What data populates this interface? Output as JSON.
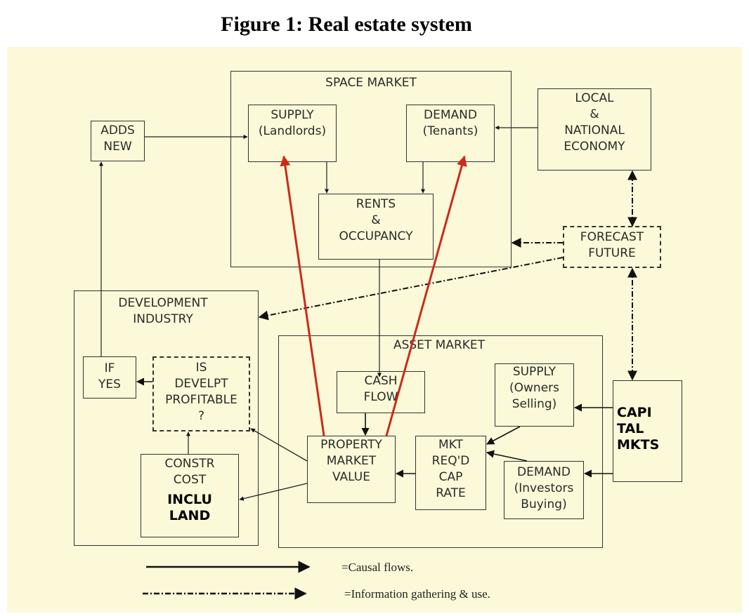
{
  "figure": {
    "title": "Figure 1: Real estate system"
  },
  "colors": {
    "background": "#fbf9d8",
    "causal": "#000000",
    "feedback": "#cc2a1a"
  },
  "space_market": {
    "title": "SPACE MARKET",
    "supply": "SUPPLY\n(Landlords)",
    "demand": "DEMAND\n(Tenants)",
    "rents": "RENTS\n&\nOCCUPANCY"
  },
  "economy": "LOCAL\n&\nNATIONAL\nECONOMY",
  "adds_new": "ADDS\nNEW",
  "forecast": "FORECAST\nFUTURE",
  "development": {
    "title": "DEVELOPMENT\nINDUSTRY",
    "if_yes": "IF\nYES",
    "profitable": "IS\nDEVELPT\nPROFITABLE\n?",
    "constr_cost": "CONSTR\nCOST",
    "incl_land": "INCLU\nLAND"
  },
  "asset_market": {
    "title": "ASSET MARKET",
    "cash_flow": "CASH\nFLOW",
    "property_value": "PROPERTY\nMARKET\nVALUE",
    "cap_rate": "MKT\nREQ'D\nCAP\nRATE",
    "supply": "SUPPLY\n(Owners\n  Selling)",
    "demand": "DEMAND\n(Investors\nBuying)"
  },
  "capital_markets": "CAPI\nTAL\nMKTS",
  "legend": {
    "causal": "=Causal flows.",
    "info": "=Information gathering & use."
  }
}
